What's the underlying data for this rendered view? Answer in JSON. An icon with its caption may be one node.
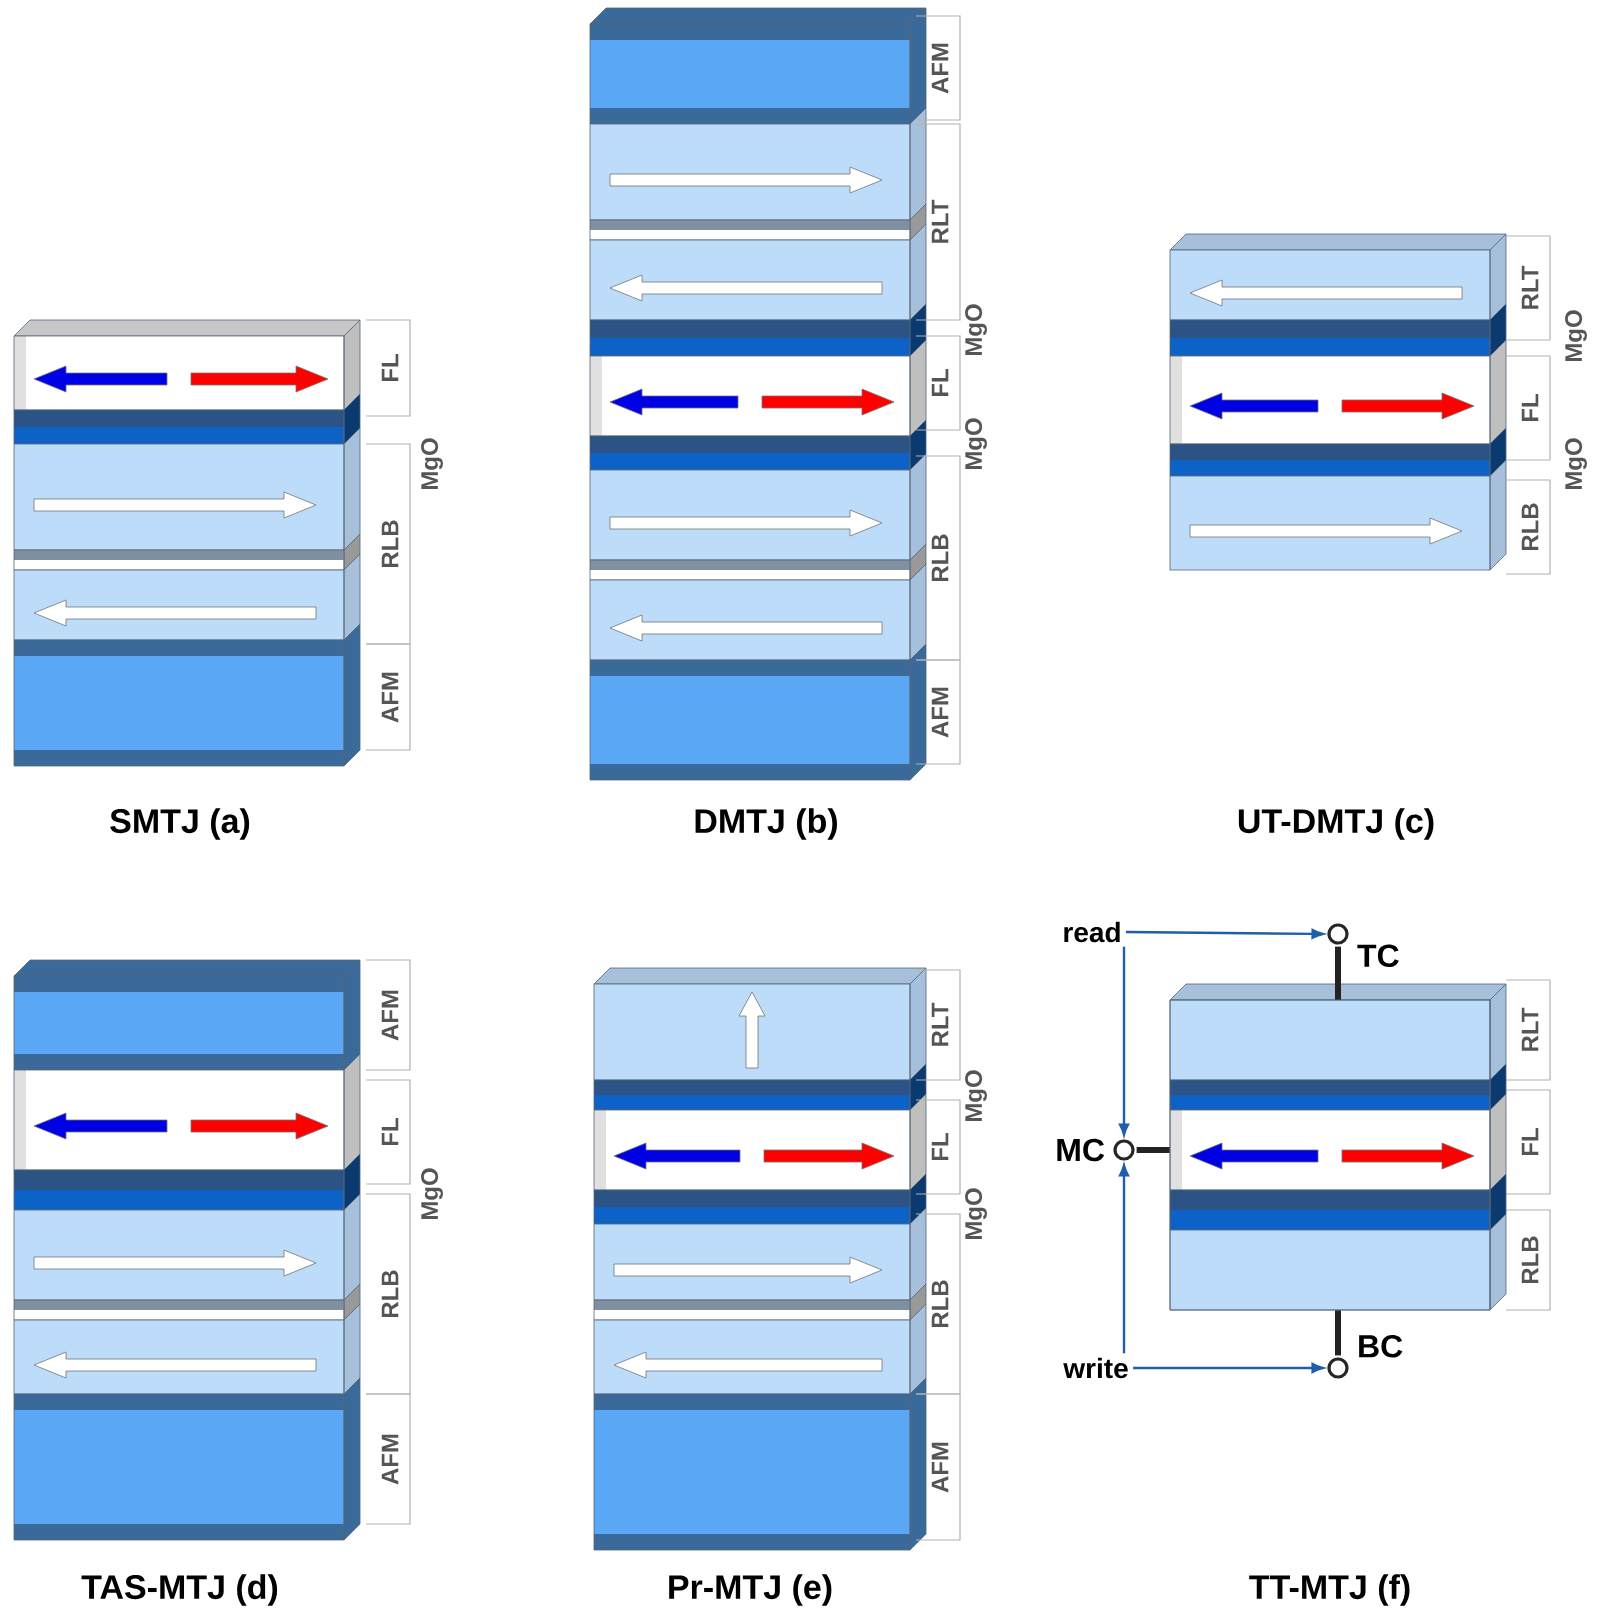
{
  "diagram": {
    "nodes": [
      {
        "text": [
          "read"
        ]
      },
      {
        "text": [
          "write"
        ]
      },
      {
        "text": [],
        "shape": "circle",
        "beside": [
          "TC"
        ]
      },
      {
        "text": [],
        "shape": "circle",
        "beside": [
          "MC"
        ]
      },
      {
        "text": [],
        "shape": "circle",
        "beside": [
          "BC"
        ]
      },
      {
        "text": [],
        "shape": "box"
      }
    ],
    "edges": [
      {
        "from": 0,
        "to": 2,
        "arrow": "to"
      },
      {
        "from": 0,
        "to": 3,
        "arrow": "to"
      },
      {
        "from": 1,
        "to": 3,
        "arrow": "to"
      },
      {
        "from": 1,
        "to": 4,
        "arrow": "to"
      },
      {
        "from": 2,
        "to": 5,
        "arrow": "none",
        "style": "thick",
        "color": "#222222"
      },
      {
        "from": 3,
        "to": 5,
        "arrow": "none",
        "style": "thick",
        "color": "#222222"
      },
      {
        "from": 4,
        "to": 5,
        "arrow": "none",
        "style": "thick",
        "color": "#222222"
      }
    ],
    "labels": [
      "FL",
      "MgO",
      "RLB",
      "AFM",
      "AFM",
      "RLT",
      "MgO",
      "FL",
      "MgO",
      "RLB",
      "AFM",
      "RLT",
      "MgO",
      "FL",
      "MgO",
      "RLB",
      "SMTJ  (a)",
      "DMTJ  (b)",
      "UT-DMTJ  (c)",
      "AFM",
      "FL",
      "MgO",
      "RLB",
      "AFM",
      "RLT",
      "MgO",
      "FL",
      "MgO",
      "RLB",
      "AFM",
      "RLT",
      "FL",
      "RLB",
      "TAS-MTJ  (d)",
      "Pr-MTJ  (e)",
      "TT-MTJ  (f)"
    ]
  }
}
